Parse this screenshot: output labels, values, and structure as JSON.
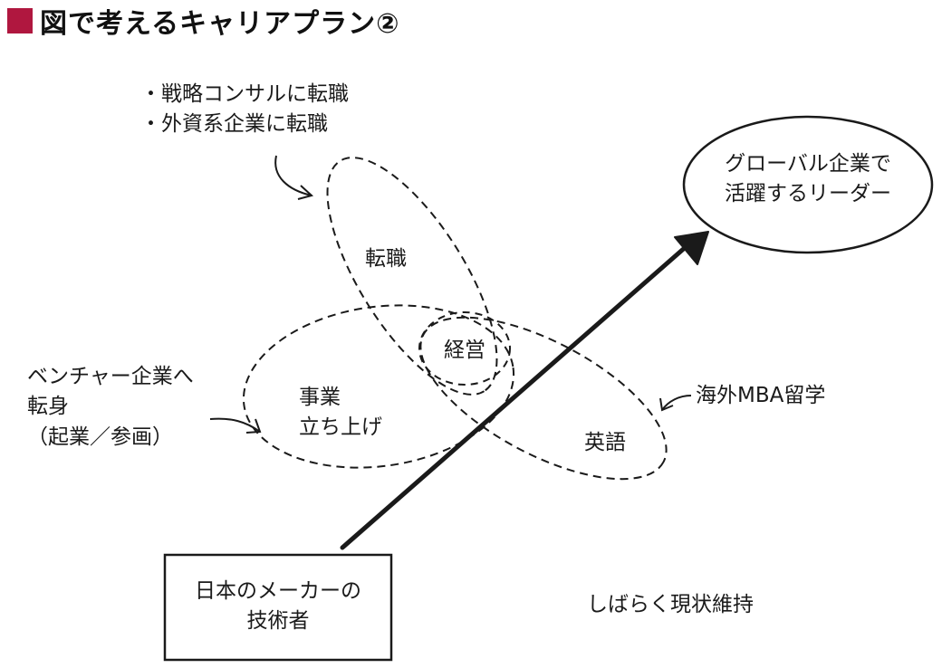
{
  "title": "図で考えるキャリアプラン②",
  "accent_color": "#b0173f",
  "goal": {
    "line1": "グローバル企業で",
    "line2": "活躍するリーダー"
  },
  "start": {
    "line1": "日本のメーカーの",
    "line2": "技術者"
  },
  "status_quo": "しばらく現状維持",
  "areas": {
    "tenshoku": "転職",
    "keiei": "経営",
    "jigyou_line1": "事業",
    "jigyou_line2": "立ち上げ",
    "eigo": "英語"
  },
  "annotations": {
    "tenshoku_note_1": "・戦略コンサルに転職",
    "tenshoku_note_2": "・外資系企業に転職",
    "jigyou_note_1": "ベンチャー企業へ",
    "jigyou_note_2": "転身",
    "jigyou_note_3": "（起業／参画）",
    "eigo_note": "海外MBA留学"
  }
}
